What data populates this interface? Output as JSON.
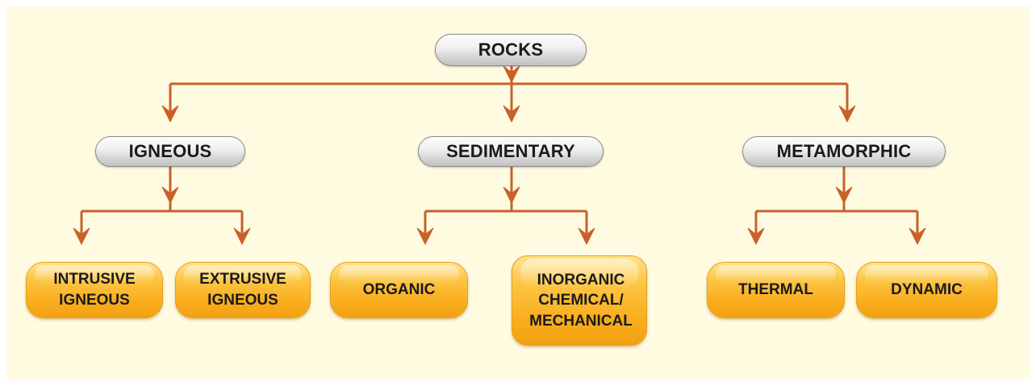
{
  "diagram": {
    "root": {
      "label": "ROCKS"
    },
    "categories": [
      {
        "label": "IGNEOUS",
        "children": [
          {
            "lines": [
              "INTRUSIVE",
              "IGNEOUS"
            ]
          },
          {
            "lines": [
              "EXTRUSIVE",
              "IGNEOUS"
            ]
          }
        ]
      },
      {
        "label": "SEDIMENTARY",
        "children": [
          {
            "lines": [
              "ORGANIC"
            ]
          },
          {
            "lines": [
              "INORGANIC",
              "CHEMICAL/",
              "MECHANICAL"
            ]
          }
        ]
      },
      {
        "label": "METAMORPHIC",
        "children": [
          {
            "lines": [
              "THERMAL"
            ]
          },
          {
            "lines": [
              "DYNAMIC"
            ]
          }
        ]
      }
    ],
    "colors": {
      "background": "#fefbe1",
      "connector": "#c9602a",
      "category_node": "#d9d9d9",
      "leaf_node": "#f9ae1e"
    }
  }
}
